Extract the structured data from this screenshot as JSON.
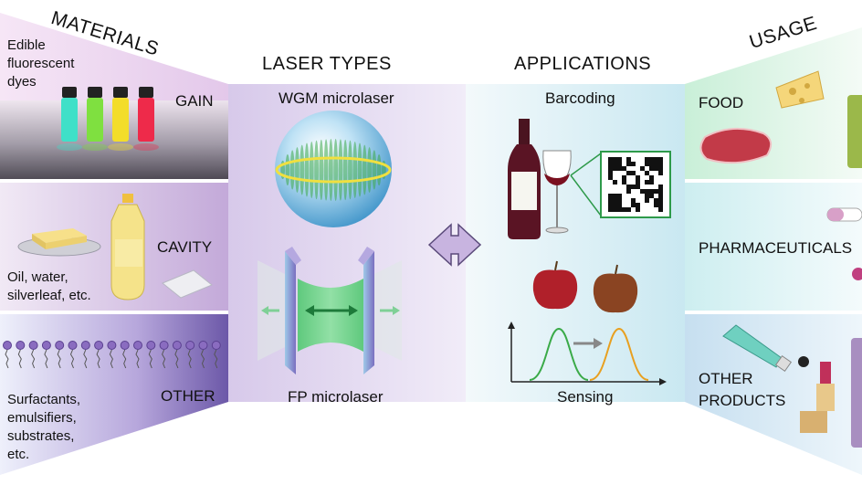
{
  "sections": {
    "materials": "MATERIALS",
    "laser_types": "LASER TYPES",
    "applications": "APPLICATIONS",
    "usage": "USAGE"
  },
  "materials": {
    "gain": {
      "label": "GAIN",
      "caption": [
        "Edible",
        "fluorescent",
        "dyes"
      ]
    },
    "cavity": {
      "label": "CAVITY",
      "caption": [
        "Oil, water,",
        "silverleaf, etc."
      ]
    },
    "other": {
      "label": "OTHER",
      "caption": [
        "Surfactants,",
        "emulsifiers,",
        "substrates,",
        "etc."
      ]
    }
  },
  "laser_types": {
    "wgm": "WGM microlaser",
    "fp": "FP microlaser"
  },
  "applications": {
    "barcoding": "Barcoding",
    "sensing": "Sensing"
  },
  "usage": {
    "food": "FOOD",
    "pharma": "PHARMACEUTICALS",
    "other": [
      "OTHER",
      "PRODUCTS"
    ]
  },
  "colors": {
    "gain_bg": "#ecd8ef",
    "cavity_bg": "#d9c6e8",
    "other_bg": "#a690c9",
    "laser_bg": "#e6dcf2",
    "app_bg": "#dff0f6",
    "usage_food": "#d6f0e0",
    "usage_pharma": "#dcf0f4",
    "usage_other": "#d4e6f2",
    "arrow": "#c8b4e0"
  },
  "icons": [
    "vials-icon",
    "butter-icon",
    "oil-bottle-icon",
    "silverleaf-icon",
    "surfactant-row-icon",
    "sphere-laser-icon",
    "fp-cavity-icon",
    "double-arrow-icon",
    "wine-bottle-icon",
    "wine-glass-icon",
    "qr-code-icon",
    "apple-icon",
    "spectrum-plot-icon",
    "cheese-icon",
    "steak-icon",
    "jar-icon",
    "capsule-icon",
    "tube-icon",
    "lipstick-icon"
  ]
}
